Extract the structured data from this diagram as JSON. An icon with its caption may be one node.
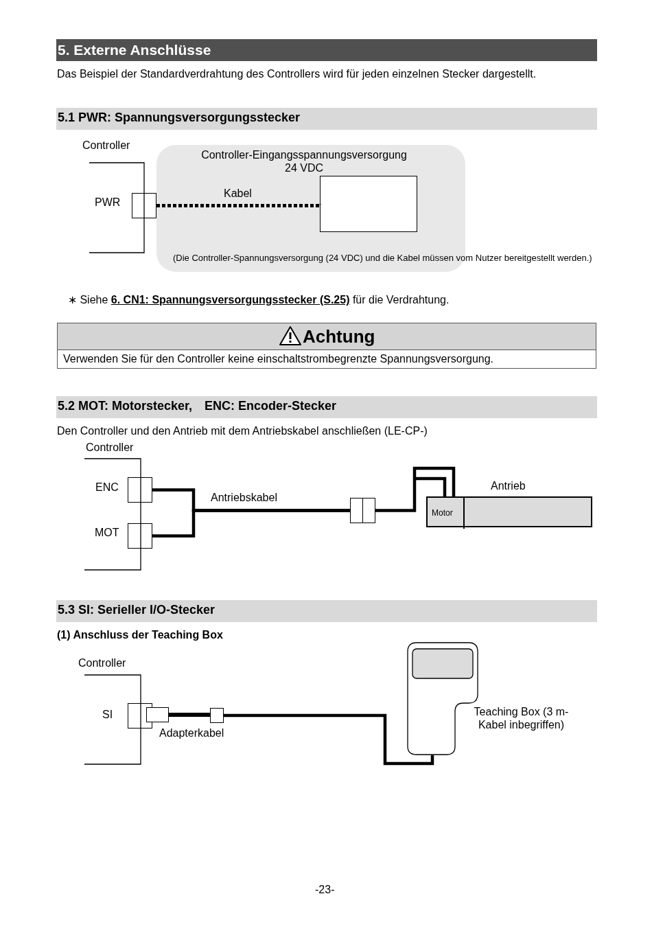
{
  "diagram": {
    "title": "5. Externe Anschlüsse",
    "nodes": [
      {
        "text": [
          "Controller-Eingangsspannungsversorgung 24 VDC"
        ]
      },
      {
        "text": [],
        "shape": "box",
        "beside": [
          "PWR"
        ]
      },
      {
        "text": [],
        "shape": "box",
        "in": 0
      },
      {
        "text": [],
        "shape": "box",
        "beside": [
          "ENC"
        ]
      },
      {
        "text": [],
        "shape": "box",
        "beside": [
          "MOT"
        ]
      },
      {
        "text": [],
        "shape": "box"
      },
      {
        "text": [],
        "shape": "box",
        "beside": [
          "Antrieb"
        ]
      },
      {
        "text": [
          "Motor"
        ],
        "in": 6
      },
      {
        "text": [],
        "shape": "box",
        "beside": [
          "SI"
        ]
      },
      {
        "text": [],
        "shape": "box"
      },
      {
        "text": [],
        "shape": "box"
      },
      {
        "text": [],
        "shape": "picture",
        "beside": [
          "Teaching Box (3 m-Kabel inbegriffen)"
        ]
      }
    ],
    "edges": [
      {
        "from": 1,
        "to": 2,
        "arrow": "none",
        "label": "Kabel",
        "style": "dashed"
      },
      {
        "from": 3,
        "to": 5,
        "arrow": "none",
        "label": "Antriebskabel"
      },
      {
        "from": 4,
        "to": 5,
        "arrow": "none"
      },
      {
        "from": 5,
        "to": 7,
        "arrow": "none"
      },
      {
        "from": 9,
        "to": 10,
        "arrow": "none",
        "label": "Adapterkabel"
      },
      {
        "from": 10,
        "to": 11,
        "arrow": "none"
      }
    ],
    "labels": [
      "Das Beispiel der Standardverdrahtung des Controllers wird für jeden einzelnen Stecker dargestellt.",
      "5.1 PWR: Spannungsversorgungsstecker",
      "Controller",
      "(Die Controller-Spannungsversorgung (24 VDC) und die Kabel müssen vom Nutzer bereitgestellt werden.)",
      "∗ Siehe **6. CN1: Spannungsversorgungsstecker (S.25)** für die Verdrahtung.",
      "Achtung",
      "Verwenden Sie für den Controller keine einschaltstrombegrenzte Spannungsversorgung.",
      "5.2 MOT: Motorstecker,　ENC: Encoder-Stecker",
      "Den Controller und den Antrieb mit dem Antriebskabel anschließen (LE-CP-)",
      "Controller",
      "5.3 SI: Serieller I/O-Stecker",
      "(1) Anschluss der Teaching Box",
      "Controller",
      "-23-"
    ]
  }
}
